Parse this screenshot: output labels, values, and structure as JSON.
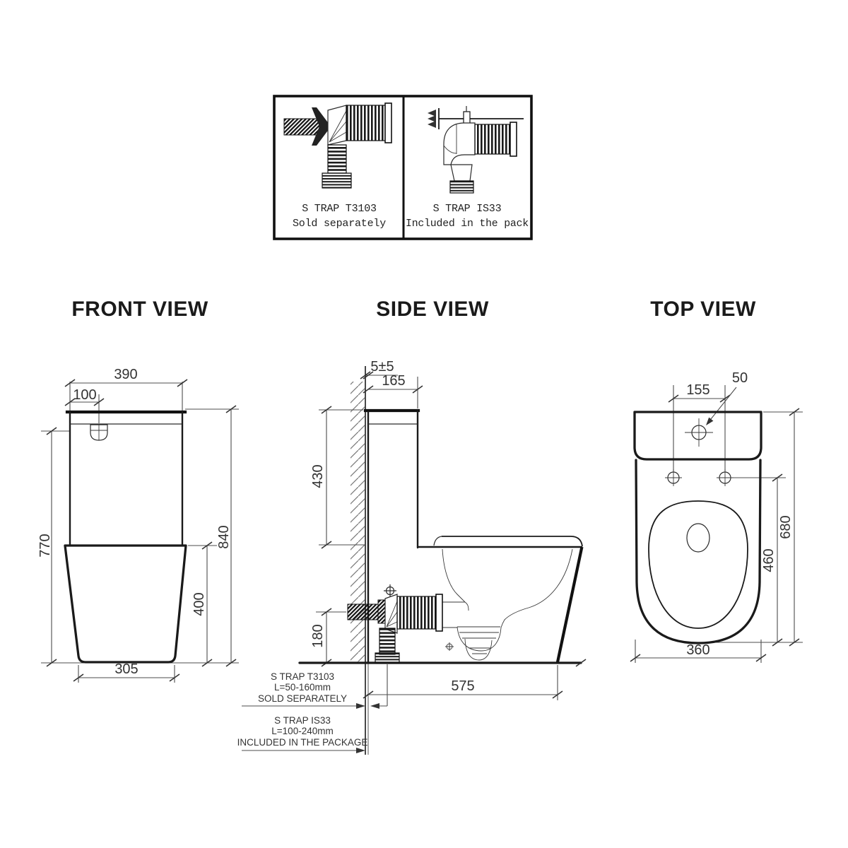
{
  "legend_box": {
    "panels": [
      {
        "title": "S TRAP T3103",
        "subtitle": "Sold separately"
      },
      {
        "title": "S TRAP IS33",
        "subtitle": "Included in the pack"
      }
    ]
  },
  "front_view": {
    "title": "FRONT VIEW",
    "dims": {
      "tank_width": "390",
      "button_offset": "100",
      "button_height": "770",
      "total_height": "840",
      "pan_height": "400",
      "base_width": "305"
    }
  },
  "side_view": {
    "title": "SIDE VIEW",
    "dims": {
      "wall_gap": "5±5",
      "cistern_depth": "165",
      "cistern_height": "430",
      "outlet_height": "180",
      "total_depth": "575"
    },
    "trap_notes": [
      {
        "line1": "S TRAP T3103",
        "line2": "L=50-160mm",
        "line3": "SOLD SEPARATELY"
      },
      {
        "line1": "S TRAP IS33",
        "line2": "L=100-240mm",
        "line3": "INCLUDED IN THE PACKAGE"
      }
    ]
  },
  "top_view": {
    "title": "TOP VIEW",
    "dims": {
      "hole_spacing": "155",
      "button_diameter": "50",
      "total_length": "680",
      "seat_length": "460",
      "pan_width": "360"
    }
  },
  "colors": {
    "outline": "#1a1a1a",
    "dimension_line": "#4d4d4d",
    "text": "#222222",
    "background": "#ffffff"
  }
}
